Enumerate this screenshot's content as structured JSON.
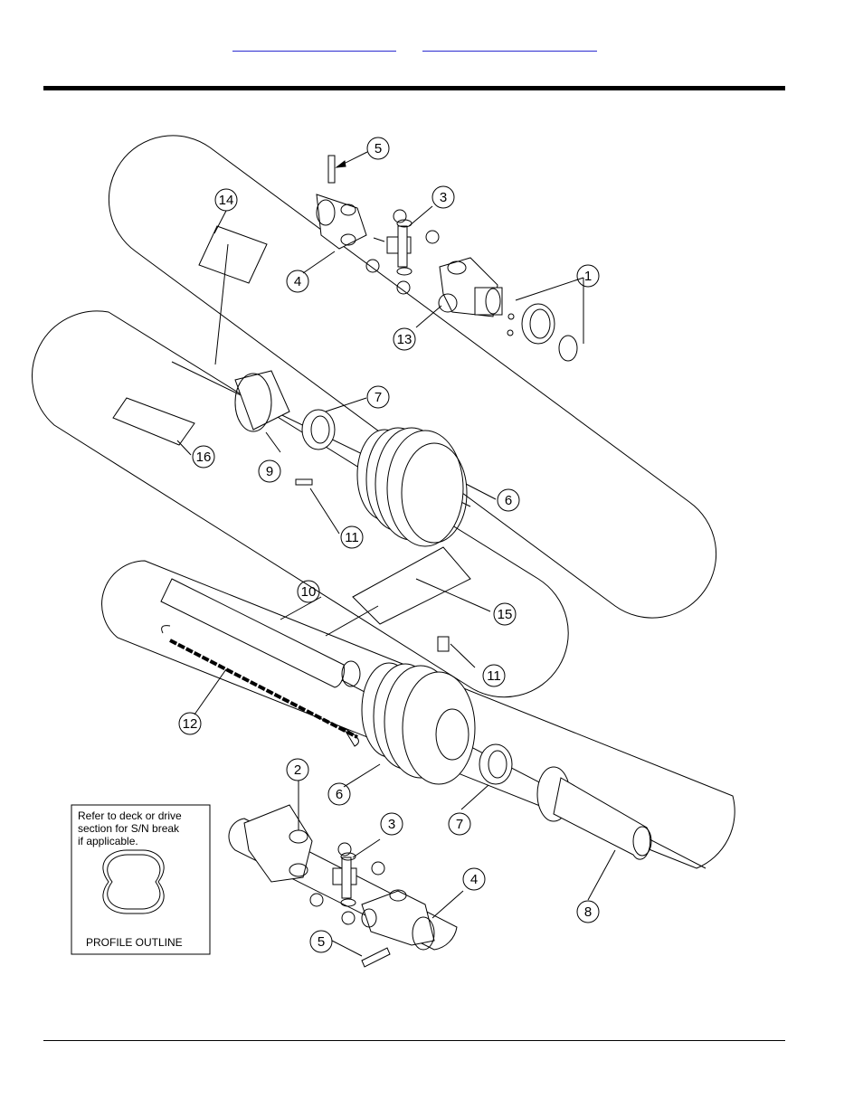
{
  "header": {
    "link_1": "",
    "link_2": ""
  },
  "callouts": {
    "c1": "1",
    "c2": "2",
    "c3a": "3",
    "c3b": "3",
    "c4a": "4",
    "c4b": "4",
    "c5a": "5",
    "c5b": "5",
    "c6a": "6",
    "c6b": "6",
    "c7a": "7",
    "c7b": "7",
    "c8": "8",
    "c9": "9",
    "c10": "10",
    "c11a": "11",
    "c11b": "11",
    "c12": "12",
    "c13": "13",
    "c14": "14",
    "c15": "15",
    "c16": "16"
  },
  "note": {
    "line1": "Refer to deck or drive",
    "line2": "section for S/N break",
    "line3": "if applicable.",
    "caption": "PROFILE OUTLINE"
  }
}
